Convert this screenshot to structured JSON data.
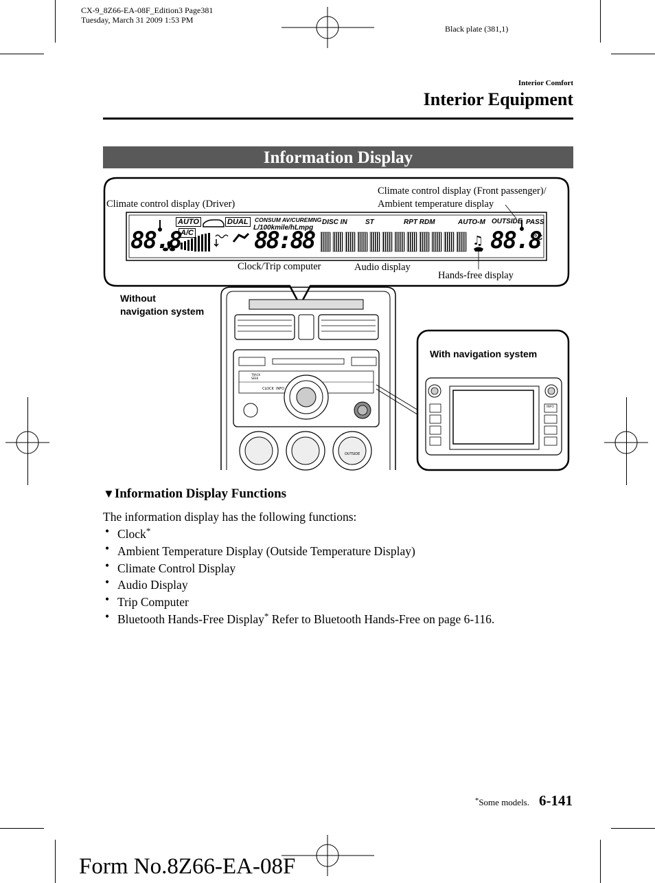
{
  "print_header": {
    "line1": "CX-9_8Z66-EA-08F_Edition3 Page381",
    "line2": "Tuesday, March 31 2009 1:53 PM",
    "plate": "Black plate (381,1)"
  },
  "section": {
    "kicker": "Interior Comfort",
    "title": "Interior Equipment"
  },
  "banner": "Information Display",
  "figure": {
    "labels": {
      "driver": "Climate control display (Driver)",
      "passenger_1": "Climate control display (Front passenger)/",
      "passenger_2": "Ambient temperature display",
      "clock": "Clock/Trip computer",
      "audio": "Audio display",
      "handsfree": "Hands-free display",
      "without_nav_1": "Without",
      "without_nav_2": "navigation system",
      "with_nav": "With navigation system"
    },
    "lcd": {
      "auto": "AUTO",
      "ac": "A/C",
      "dual": "DUAL",
      "consum": "CONSUM AV/CUREMNG",
      "units": "L/100kmile/hLmpg",
      "disc_in": "DISC IN",
      "st": "ST",
      "rpt_rdm": "RPT RDM",
      "auto_m": "AUTO-M",
      "outside": "OUTSIDE",
      "pass": "PASS",
      "temp_left": "88.8",
      "clock": "88:88",
      "temp_right": "88.8",
      "deg_c": "°C",
      "deg_f": "F"
    },
    "panel": {
      "clock_btn": "CLOCK",
      "info_btn": "INFO",
      "track_btn": "TRACK SEEK",
      "outside_btn": "OUTSIDE",
      "nav_info_btn": "INFO"
    }
  },
  "subheading": {
    "marker": "▼",
    "text": "Information Display Functions"
  },
  "intro": "The information display has the following functions:",
  "bullets": [
    {
      "text": "Clock",
      "star": "*",
      "extra": ""
    },
    {
      "text": "Ambient Temperature Display (Outside Temperature Display)",
      "star": "",
      "extra": ""
    },
    {
      "text": "Climate Control Display",
      "star": "",
      "extra": ""
    },
    {
      "text": "Audio Display",
      "star": "",
      "extra": ""
    },
    {
      "text": "Trip Computer",
      "star": "",
      "extra": ""
    },
    {
      "text": "Bluetooth Hands-Free Display",
      "star": "*",
      "extra": " Refer to Bluetooth Hands-Free on page 6-116."
    }
  ],
  "bullet_char": "•",
  "footer": {
    "star": "*",
    "note": "Some models.",
    "page": "6-141",
    "form": "Form No.8Z66-EA-08F"
  }
}
